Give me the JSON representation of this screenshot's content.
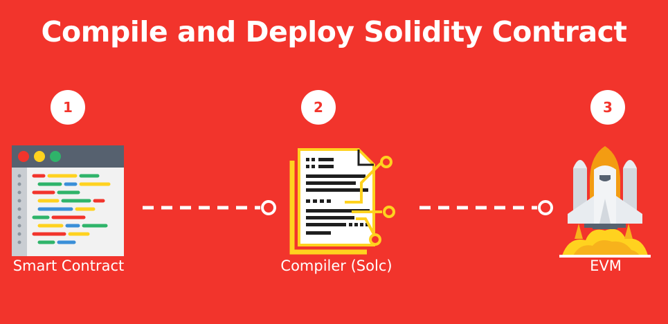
{
  "title": "Compile and Deploy Solidity Contract",
  "colors": {
    "background": "#F2342C",
    "accent_yellow": "#FFD21F",
    "dark": "#1E1E1E"
  },
  "steps": [
    {
      "number": "1",
      "label": "Smart Contract",
      "icon": "code-editor-window-icon"
    },
    {
      "number": "2",
      "label": "Compiler (Solc)",
      "icon": "compiler-document-circuit-icon"
    },
    {
      "number": "3",
      "label": "EVM",
      "icon": "space-shuttle-launch-icon"
    }
  ]
}
